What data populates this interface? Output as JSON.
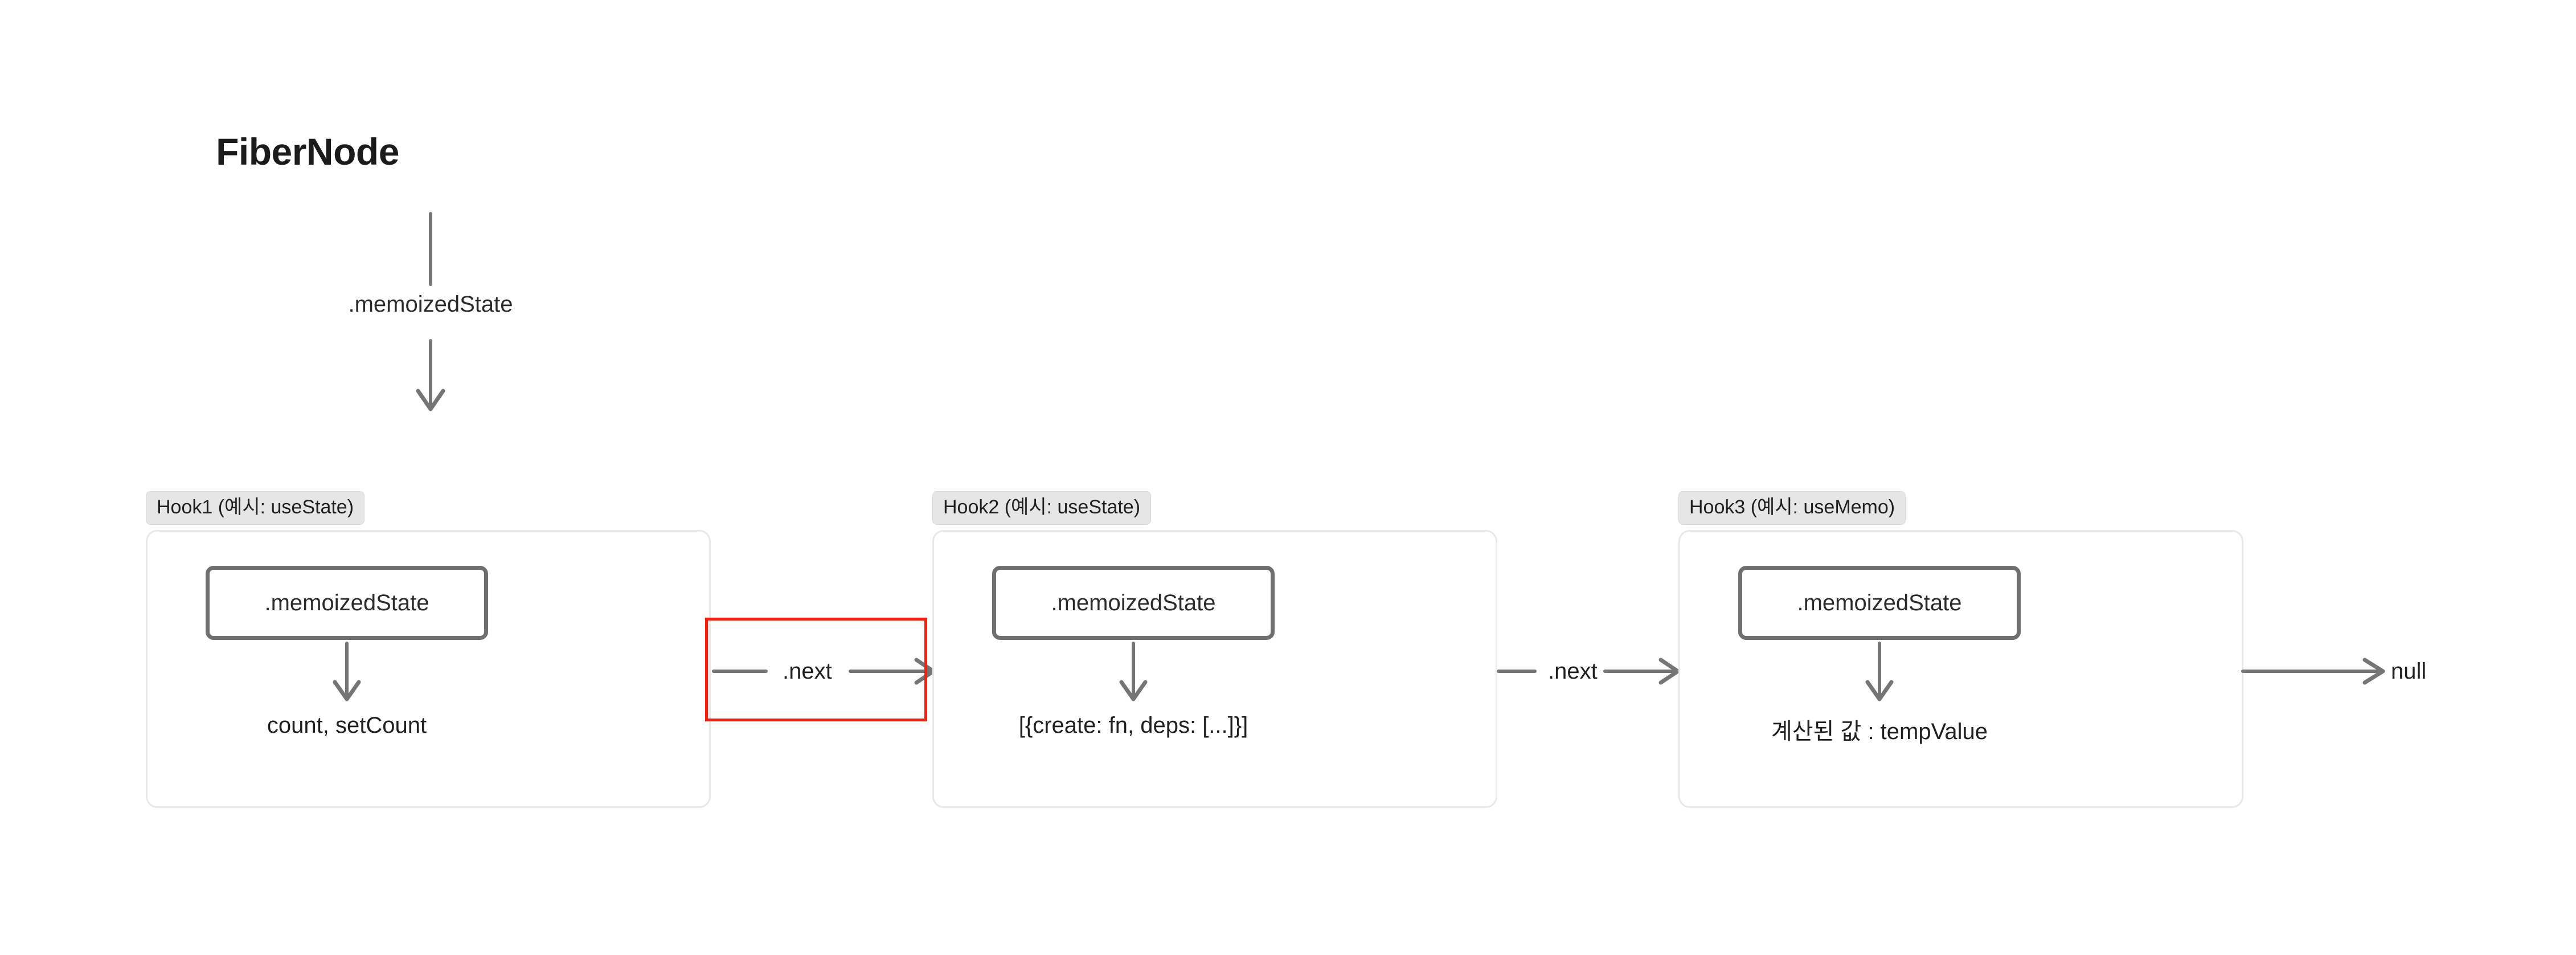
{
  "diagram": {
    "title": "FiberNode",
    "root_link_label": ".memoizedState",
    "terminal_value": "null",
    "next_label": ".next",
    "colors": {
      "line": "#757575",
      "box_border": "#6f6f6f",
      "card_border": "#e8e8e8",
      "pill_bg": "#e6e6e6",
      "highlight": "#fd1d0b",
      "text": "#1f1f1f"
    },
    "hooks": [
      {
        "pill": "Hook1 (예시: useState)",
        "memoized_label": ".memoizedState",
        "value": "count, setCount"
      },
      {
        "pill": "Hook2 (예시: useState)",
        "memoized_label": ".memoizedState",
        "value": "[{create: fn, deps: [...]}]"
      },
      {
        "pill": "Hook3 (예시: useMemo)",
        "memoized_label": ".memoizedState",
        "value": "계산된 값 : tempValue"
      }
    ],
    "connectors": [
      {
        "label": ".next",
        "highlighted": true
      },
      {
        "label": ".next",
        "highlighted": false
      }
    ]
  }
}
